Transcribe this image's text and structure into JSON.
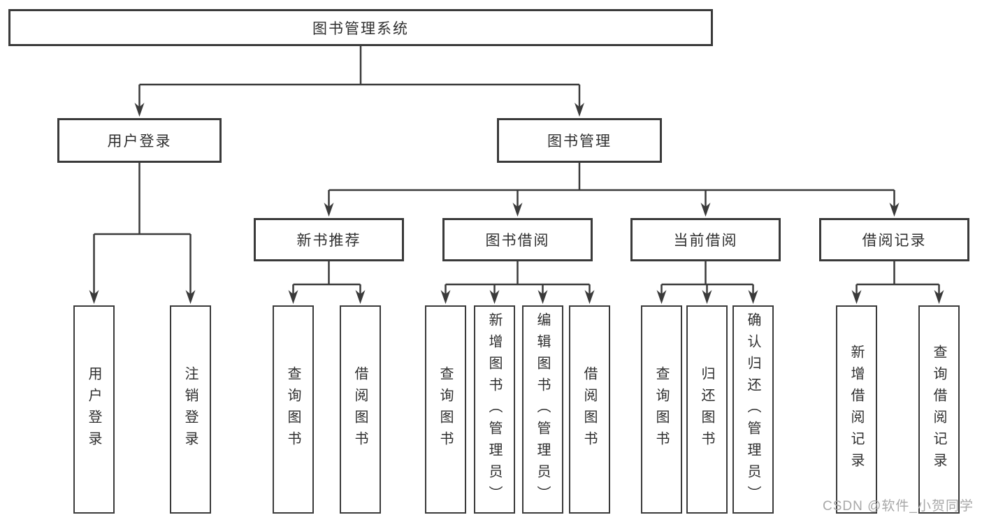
{
  "diagram": {
    "title_node": {
      "label": "图书管理系统"
    },
    "level2": [
      {
        "label": "用户登录"
      },
      {
        "label": "图书管理"
      }
    ],
    "level3": [
      {
        "label": "新书推荐"
      },
      {
        "label": "图书借阅"
      },
      {
        "label": "当前借阅"
      },
      {
        "label": "借阅记录"
      }
    ],
    "leaves": [
      {
        "parent": "用户登录",
        "label": "用户登录"
      },
      {
        "parent": "用户登录",
        "label": "注销登录"
      },
      {
        "parent": "新书推荐",
        "label": "查询图书"
      },
      {
        "parent": "新书推荐",
        "label": "借阅图书"
      },
      {
        "parent": "图书借阅",
        "label": "查询图书"
      },
      {
        "parent": "图书借阅",
        "label": "新增图书（管理员）"
      },
      {
        "parent": "图书借阅",
        "label": "编辑图书（管理员）"
      },
      {
        "parent": "图书借阅",
        "label": "借阅图书"
      },
      {
        "parent": "当前借阅",
        "label": "查询图书"
      },
      {
        "parent": "当前借阅",
        "label": "归还图书"
      },
      {
        "parent": "当前借阅",
        "label": "确认归还（管理员）"
      },
      {
        "parent": "借阅记录",
        "label": "新增借阅记录"
      },
      {
        "parent": "借阅记录",
        "label": "查询借阅记录"
      }
    ]
  },
  "watermark": {
    "text": "CSDN @软件_小贺同学"
  },
  "colors": {
    "line": "#3a3a3a",
    "text": "#2f2f2f",
    "watermark": "#a8a8a8",
    "background": "#ffffff"
  }
}
